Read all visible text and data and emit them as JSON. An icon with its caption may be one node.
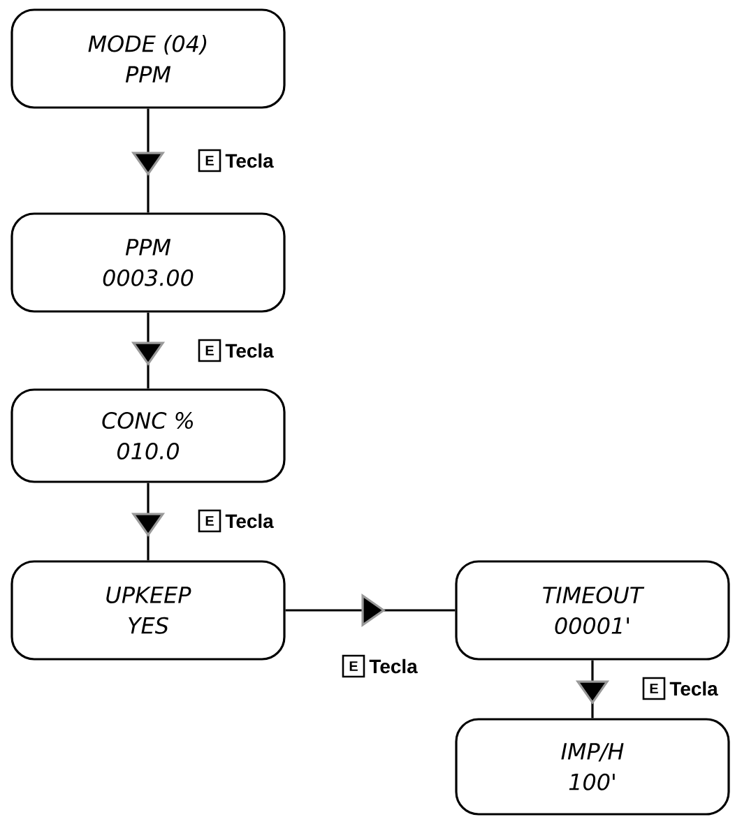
{
  "diagram": {
    "nodes": [
      {
        "text": [
          "MODE (04)",
          "PPM"
        ]
      },
      {
        "text": [
          "PPM",
          "0003.00"
        ]
      },
      {
        "text": [
          "CONC %",
          "010.0"
        ]
      },
      {
        "text": [
          "UPKEEP",
          "YES"
        ]
      },
      {
        "text": [
          "TIMEOUT",
          "00001'"
        ]
      },
      {
        "text": [
          "IMP/H",
          "100'"
        ]
      }
    ],
    "edges": [
      {
        "from": 0,
        "to": 1,
        "arrow": "to",
        "label": "Tecla"
      },
      {
        "from": 1,
        "to": 2,
        "arrow": "to",
        "label": "Tecla"
      },
      {
        "from": 2,
        "to": 3,
        "arrow": "to",
        "label": "Tecla"
      },
      {
        "from": 3,
        "to": 4,
        "arrow": "to",
        "label": "Tecla"
      },
      {
        "from": 4,
        "to": 5,
        "arrow": "to",
        "label": "Tecla"
      }
    ],
    "labels": [
      "E",
      "E",
      "E",
      "E",
      "E"
    ]
  }
}
